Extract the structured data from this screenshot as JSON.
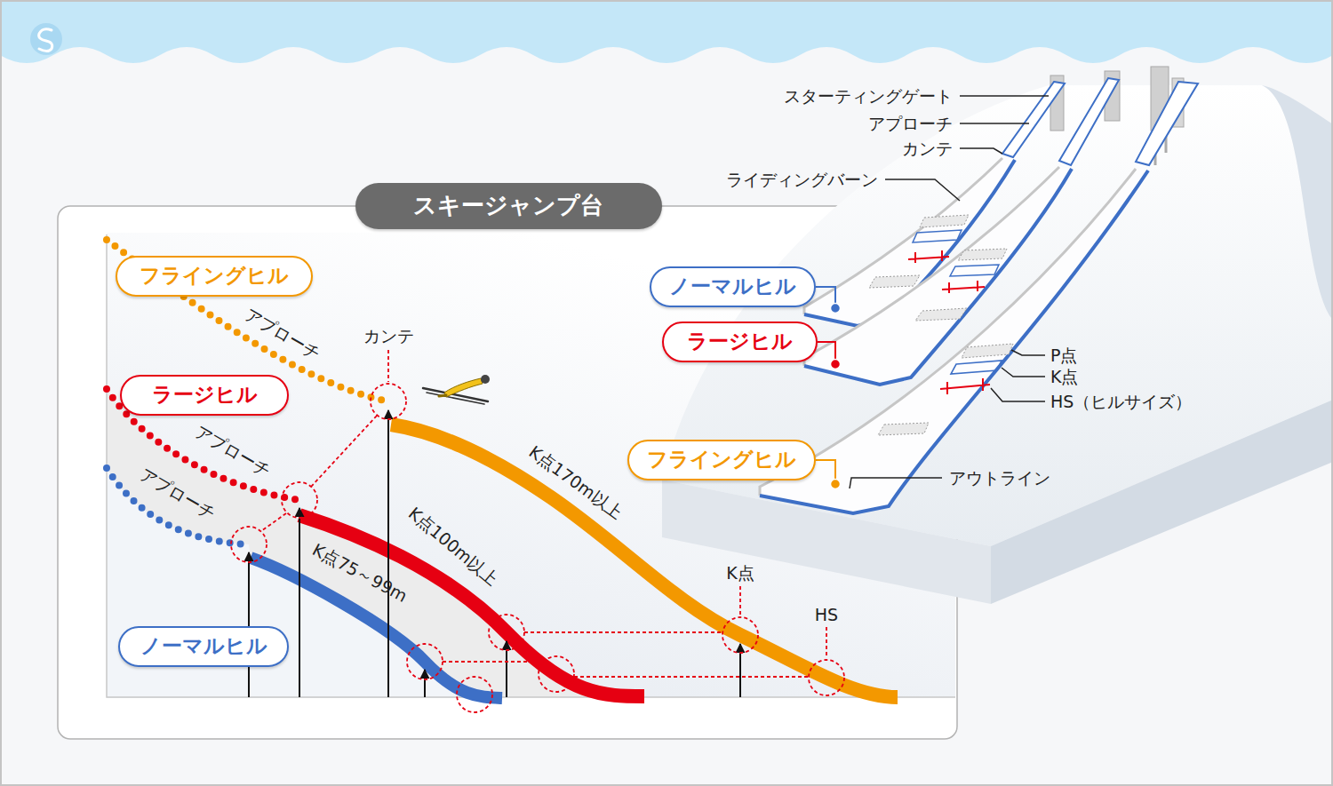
{
  "diagram": {
    "title": "スキージャンプ台",
    "nodes": [
      {
        "text": [
          "フライングヒル"
        ]
      },
      {
        "text": [
          "ラージヒル"
        ]
      },
      {
        "text": [
          "ノーマルヒル"
        ]
      },
      {
        "text": [
          "ノーマルヒル"
        ]
      },
      {
        "text": [
          "ラージヒル"
        ]
      },
      {
        "text": [
          "フライングヒル"
        ]
      }
    ],
    "labels": [
      "アプローチ",
      "カンテ",
      "アプローチ",
      "アプローチ",
      "K点170m以上",
      "K点100m以上",
      "K点75～99m",
      "K点",
      "HS",
      "スターティングゲート",
      "アプローチ",
      "カンテ",
      "ライディングバーン",
      "P点",
      "K点",
      "HS（ヒルサイズ）",
      "アウトライン"
    ]
  }
}
